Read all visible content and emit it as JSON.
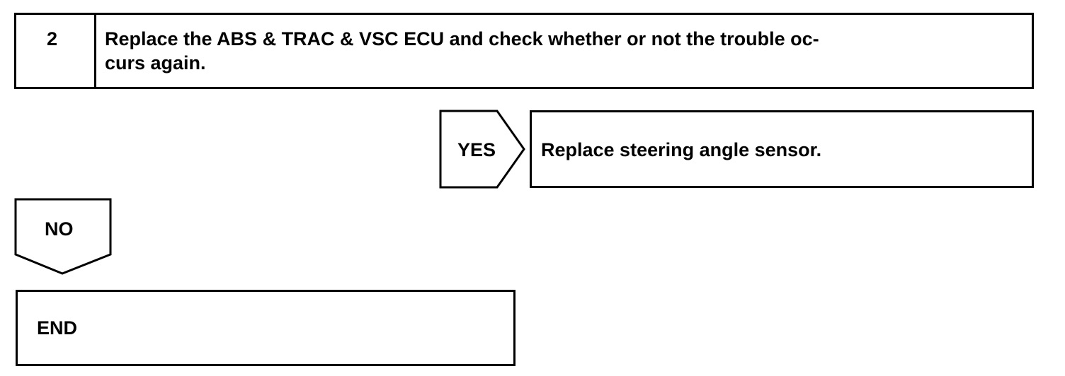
{
  "step": {
    "number": "2",
    "instruction_line1": "Replace the ABS & TRAC & VSC ECU and check whether or not the trouble oc-",
    "instruction_line2": "curs again."
  },
  "yes_branch": {
    "label": "YES",
    "action": "Replace steering angle sensor."
  },
  "no_branch": {
    "label": "NO"
  },
  "end_box": {
    "label": "END"
  }
}
